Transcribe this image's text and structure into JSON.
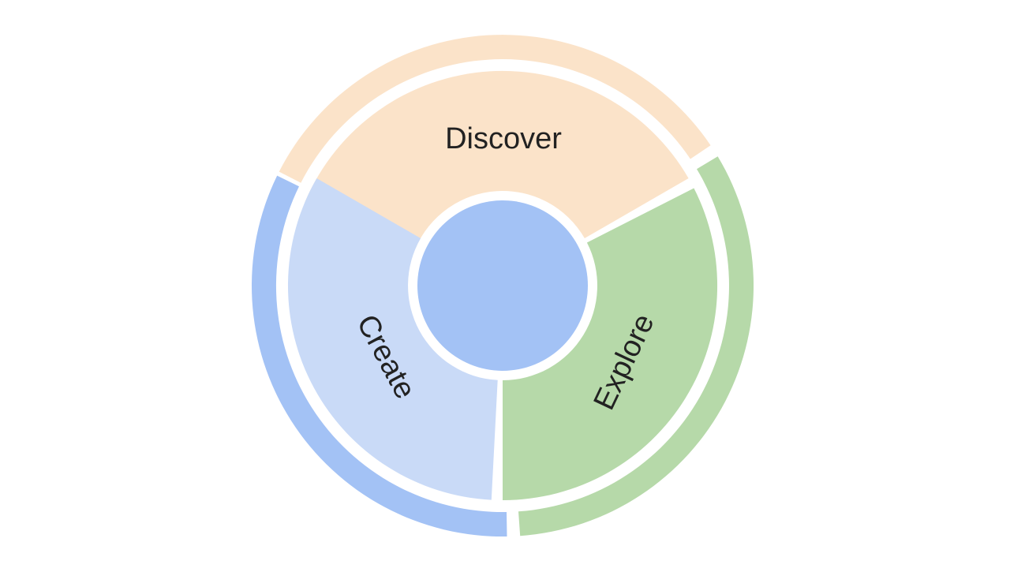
{
  "diagram": {
    "center": {
      "color": "#a3c2f5"
    },
    "segments": [
      {
        "id": "discover",
        "label": "Discover",
        "inner_color": "#fbe3c9",
        "outer_color": "#fbe3c9"
      },
      {
        "id": "explore",
        "label": "Explore",
        "inner_color": "#b6d9a9",
        "outer_color": "#b6d9a9"
      },
      {
        "id": "create",
        "label": "Create",
        "inner_color": "#c9daf7",
        "outer_color": "#a3c2f5"
      }
    ]
  }
}
